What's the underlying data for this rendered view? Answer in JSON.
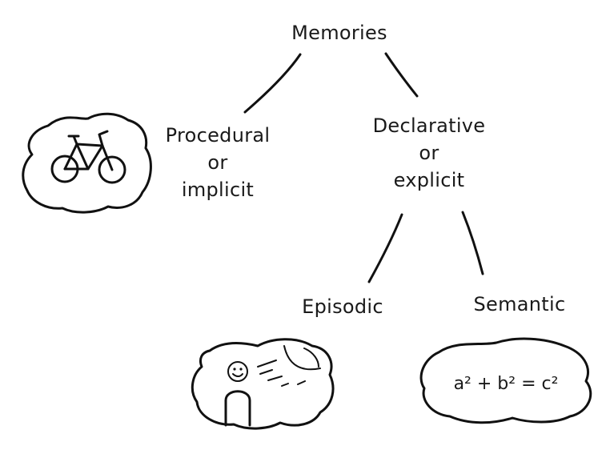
{
  "diagram": {
    "root": "Memories",
    "procedural": [
      "Procedural",
      "or",
      "implicit"
    ],
    "declarative": [
      "Declarative",
      "or",
      "explicit"
    ],
    "episodic": "Episodic",
    "semantic": "Semantic",
    "formula": "a² + b² = c²"
  },
  "icons": {
    "procedural": "bicycle-icon",
    "episodic": "person-memory-icon",
    "semantic": "pythagorean-formula"
  },
  "colors": {
    "ink": "#111111",
    "background": "#ffffff"
  }
}
